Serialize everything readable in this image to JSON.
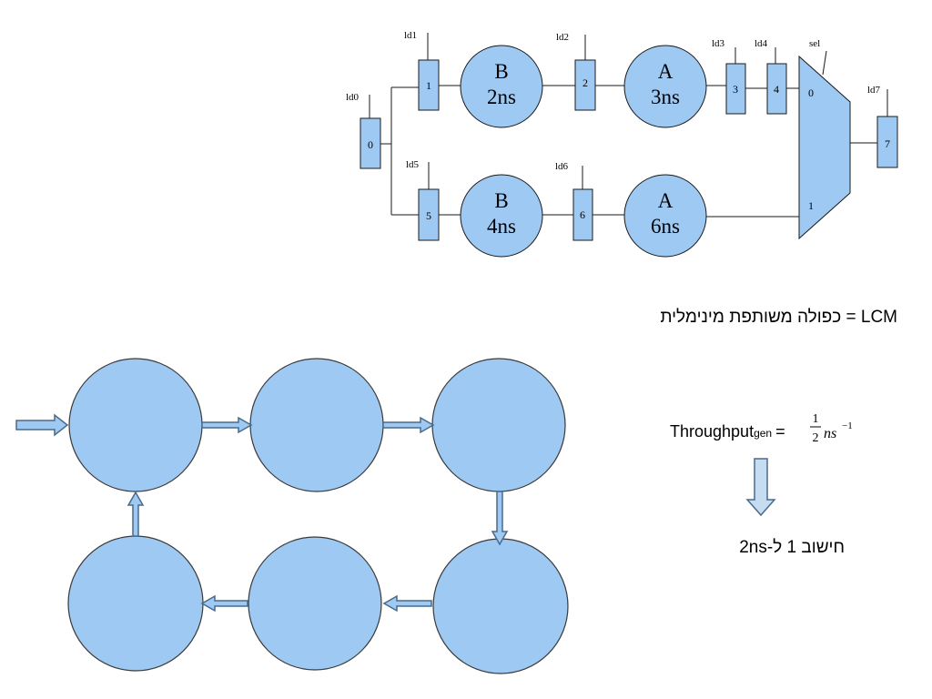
{
  "circuit": {
    "registers": [
      {
        "label": "0",
        "load": "ld0"
      },
      {
        "label": "1",
        "load": "ld1"
      },
      {
        "label": "2",
        "load": "ld2"
      },
      {
        "label": "3",
        "load": "ld3"
      },
      {
        "label": "4",
        "load": "ld4"
      },
      {
        "label": "5",
        "load": "ld5"
      },
      {
        "label": "6",
        "load": "ld6"
      },
      {
        "label": "7",
        "load": "ld7"
      }
    ],
    "units": [
      {
        "name": "B",
        "delay": "2ns"
      },
      {
        "name": "A",
        "delay": "3ns"
      },
      {
        "name": "B",
        "delay": "4ns"
      },
      {
        "name": "A",
        "delay": "6ns"
      }
    ],
    "mux": {
      "select": "sel",
      "input0": "0",
      "input1": "1"
    }
  },
  "lcm_note": "LCM = כפולה משותפת מינימלית",
  "throughput": {
    "label": "Throughput",
    "subscript": "gen",
    "equals": "=",
    "numerator": "1",
    "denominator": "2",
    "unit": "ns",
    "exponent": "−1"
  },
  "result_note": "חישוב 1 ל-2ns",
  "colors": {
    "fill": "#9ec9f3",
    "stroke": "#1a1a1a"
  }
}
